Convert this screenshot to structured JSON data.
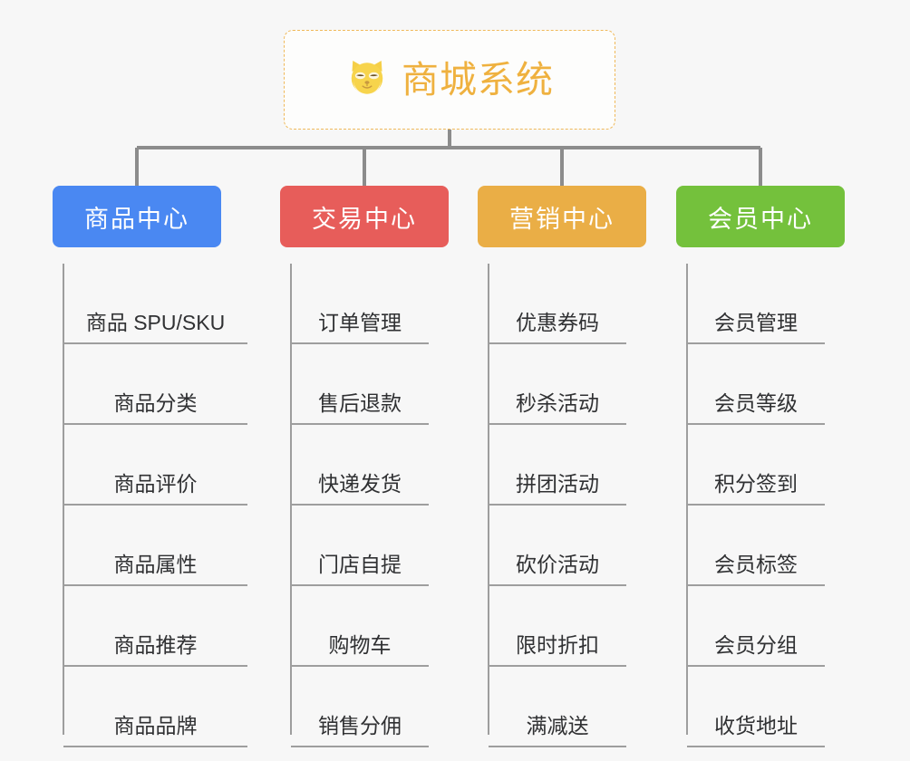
{
  "root": {
    "title": "商城系统",
    "icon": "shiba-dog-face-icon",
    "accent_color": "#efb13f",
    "border_style": "dashed",
    "border_color": "#f0b95a"
  },
  "connector": {
    "color": "#8c8c8c"
  },
  "branches": [
    {
      "label": "商品中心",
      "color": "#4a88f2",
      "children": [
        {
          "label": "商品 SPU/SKU"
        },
        {
          "label": "商品分类"
        },
        {
          "label": "商品评价"
        },
        {
          "label": "商品属性"
        },
        {
          "label": "商品推荐"
        },
        {
          "label": "商品品牌"
        }
      ]
    },
    {
      "label": "交易中心",
      "color": "#e75d5a",
      "children": [
        {
          "label": "订单管理"
        },
        {
          "label": "售后退款"
        },
        {
          "label": "快递发货"
        },
        {
          "label": "门店自提"
        },
        {
          "label": "购物车"
        },
        {
          "label": "销售分佣"
        }
      ]
    },
    {
      "label": "营销中心",
      "color": "#eaae46",
      "children": [
        {
          "label": "优惠券码"
        },
        {
          "label": "秒杀活动"
        },
        {
          "label": "拼团活动"
        },
        {
          "label": "砍价活动"
        },
        {
          "label": "限时折扣"
        },
        {
          "label": "满减送"
        }
      ]
    },
    {
      "label": "会员中心",
      "color": "#74c13c",
      "children": [
        {
          "label": "会员管理"
        },
        {
          "label": "会员等级"
        },
        {
          "label": "积分签到"
        },
        {
          "label": "会员标签"
        },
        {
          "label": "会员分组"
        },
        {
          "label": "收货地址"
        }
      ]
    }
  ]
}
